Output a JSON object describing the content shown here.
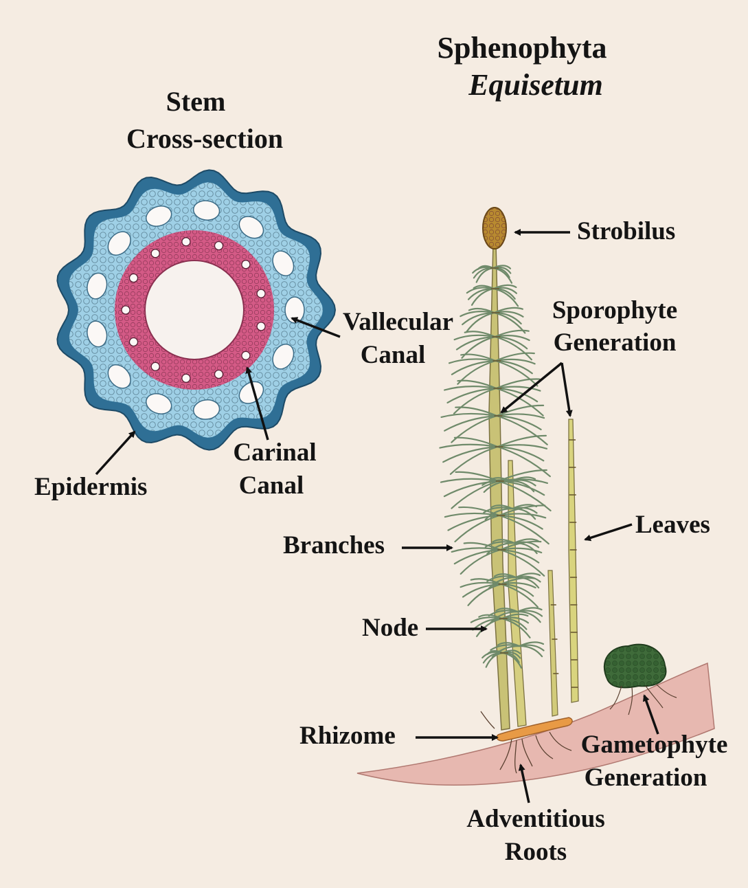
{
  "titles": {
    "main": "Sphenophyta",
    "genus": "Equisetum",
    "section_line1": "Stem",
    "section_line2": "Cross-section"
  },
  "labels": {
    "strobilus": "Strobilus",
    "sporophyte_line1": "Sporophyte",
    "sporophyte_line2": "Generation",
    "vallecular_line1": "Vallecular",
    "vallecular_line2": "Canal",
    "carinal_line1": "Carinal",
    "carinal_line2": "Canal",
    "epidermis": "Epidermis",
    "leaves": "Leaves",
    "branches": "Branches",
    "node": "Node",
    "rhizome": "Rhizome",
    "gametophyte_line1": "Gametophyte",
    "gametophyte_line2": "Generation",
    "adventitious_line1": "Adventitious",
    "adventitious_line2": "Roots"
  },
  "colors": {
    "background": "#f5ece2",
    "epidermis_blue": "#2f6f95",
    "cortex_light_blue": "#9fd0e6",
    "vascular_pink": "#d45a86",
    "stem_yellow": "#c9c276",
    "branch_green": "#7f9a78",
    "soil": "#e7b8b0",
    "rhizome": "#e89a45",
    "gametophyte": "#3f6b3a",
    "arrow": "#111111"
  }
}
